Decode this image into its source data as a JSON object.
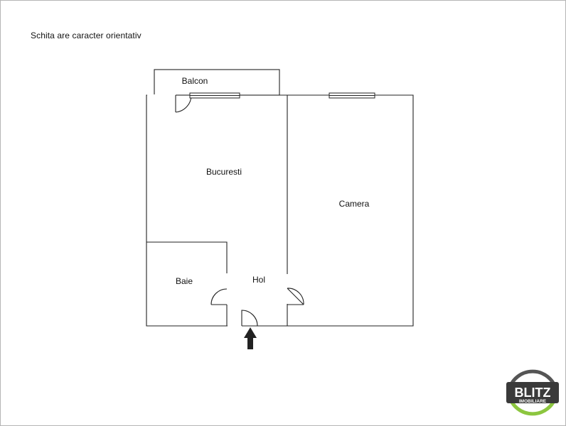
{
  "note": "Schita are caracter orientativ",
  "rooms": {
    "balcon": "Balcon",
    "living": "Bucuresti",
    "bedroom": "Camera",
    "bathroom": "Baie",
    "hall": "Hol"
  },
  "logo": {
    "name": "BLITZ",
    "sub": "IMOBILIARE",
    "ring_color": "#8cc63f",
    "ring_dark": "#555555",
    "plate_color": "#3a3a3a"
  },
  "colors": {
    "wall": "#222222",
    "frame": "#b5b5b5"
  }
}
